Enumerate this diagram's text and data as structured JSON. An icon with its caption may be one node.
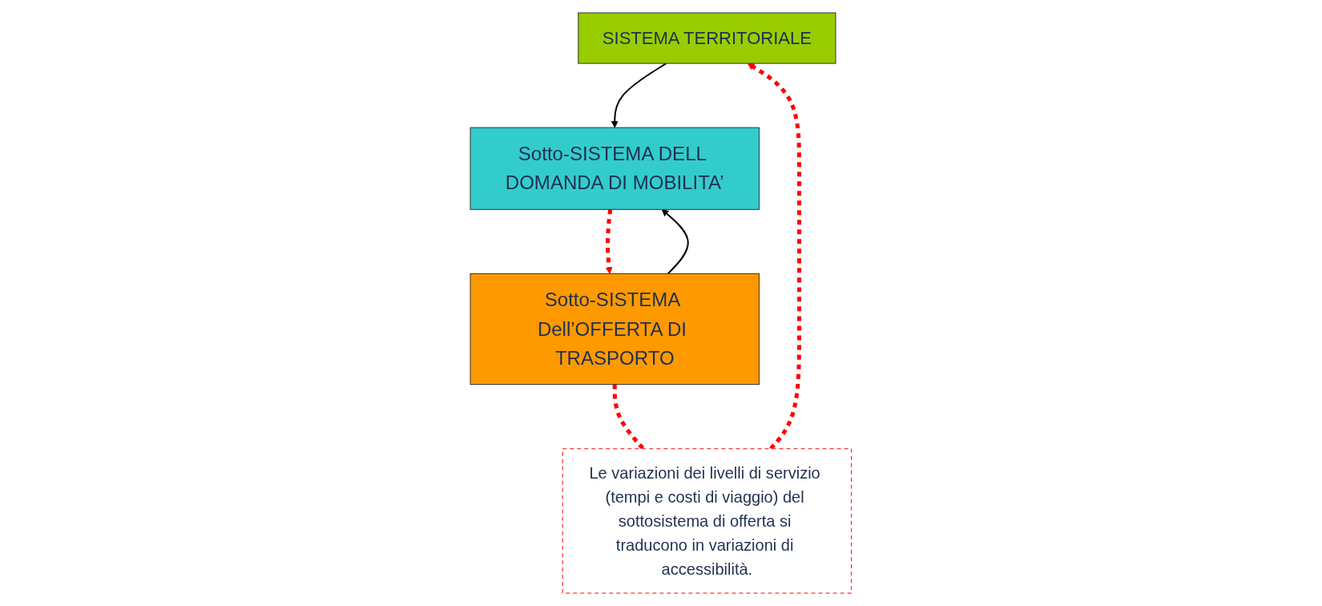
{
  "diagram": {
    "nodes": [
      {
        "text": [
          "SISTEMA TERRITORIALE"
        ]
      },
      {
        "text": [
          "Le variazioni dei livelli di servizio (tempi e costi di viaggio) del sottosistema di offerta si traducono in variazioni di accessibilità."
        ]
      },
      {
        "text": [
          "Sotto-SISTEMA Dell’OFFERTA DI TRASPORTO"
        ]
      },
      {
        "text": [
          "Sotto-SISTEMA DELL DOMANDA DI MOBILITA’"
        ]
      }
    ],
    "edges": [
      {
        "from": 2,
        "to": 1,
        "arrow": "none",
        "style": "dashed",
        "color": "#ff0000"
      },
      {
        "from": 1,
        "to": 0,
        "arrow": "to",
        "style": "dashed",
        "color": "#ff0000"
      },
      {
        "from": 0,
        "to": 3,
        "arrow": "to",
        "color": "#000000"
      },
      {
        "from": 2,
        "to": 3,
        "arrow": "to",
        "color": "#000000"
      },
      {
        "from": 3,
        "to": 2,
        "arrow": "to",
        "style": "dashed",
        "color": "#ff0000"
      }
    ]
  }
}
